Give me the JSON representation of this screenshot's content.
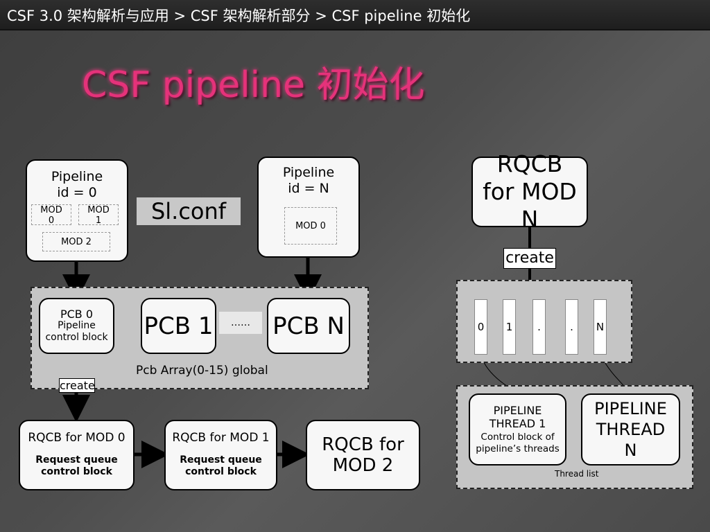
{
  "header": {
    "breadcrumb": "CSF 3.0 架构解析与应用 > CSF 架构解析部分  > CSF pipeline 初始化"
  },
  "slide": {
    "title": "CSF pipeline 初始化"
  },
  "pipelines": {
    "p0_title": "Pipeline",
    "p0_id": "id = 0",
    "p0_mod0": "MOD 0",
    "p0_mod1": "MOD 1",
    "p0_mod2": "MOD 2",
    "pn_title": "Pipeline",
    "pn_id": "id = N",
    "pn_mod0": "MOD 0"
  },
  "config": {
    "file": "Sl.conf"
  },
  "pcb": {
    "pcb0_title": "PCB 0",
    "pcb0_desc1": "Pipeline",
    "pcb0_desc2": "control block",
    "pcb1": "PCB 1",
    "ellipsis": "……",
    "pcbn": "PCB N",
    "array_label": "Pcb Array(0-15) global"
  },
  "create_labels": {
    "left": "create",
    "right": "create"
  },
  "rqcb": {
    "mod0_title": "RQCB for MOD 0",
    "mod0_desc": "Request queue control block",
    "mod1_title": "RQCB for MOD 1",
    "mod1_desc": "Request queue control block",
    "mod2_title": "RQCB for MOD 2",
    "modn_title": "RQCB for MOD N"
  },
  "threads": {
    "slots": [
      "0",
      "1",
      ".",
      ".",
      "N"
    ],
    "thread1_title": "PIPELINE THREAD 1",
    "thread1_desc": "Control block of pipeline’s threads",
    "threadn_title": "PIPELINE THREAD N",
    "list_label": "Thread list"
  },
  "colors": {
    "title_pink": "#e5327a",
    "background": "#4a4a4a",
    "box_fill": "#f7f7f7",
    "region_fill": "#c5c5c5"
  }
}
